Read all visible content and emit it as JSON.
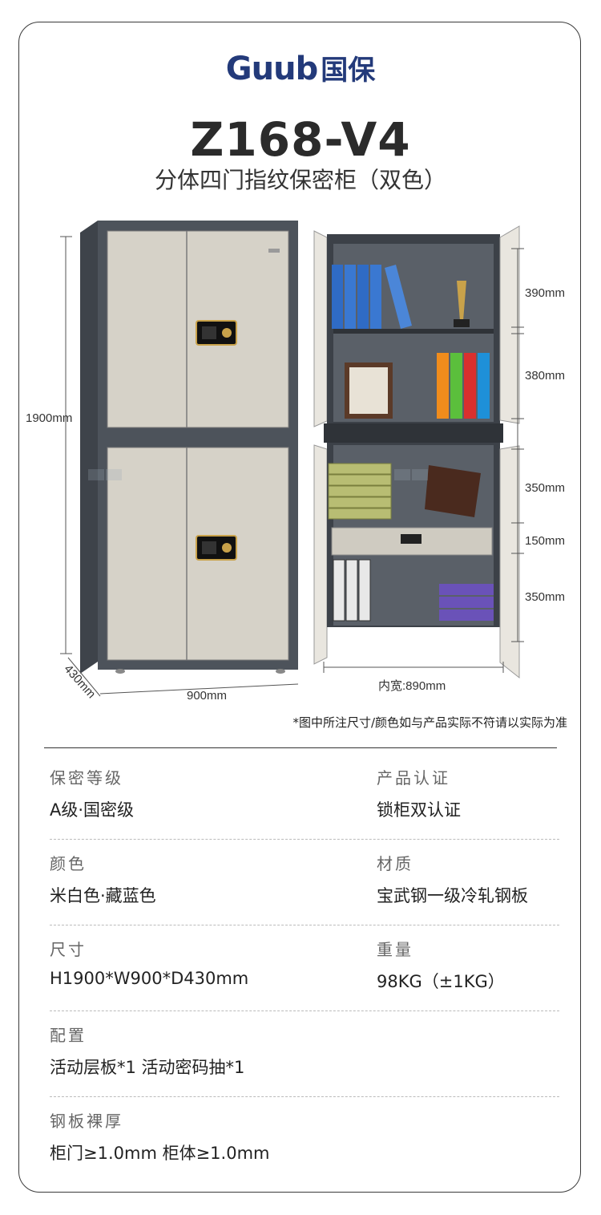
{
  "brand": {
    "latin": "Guub",
    "cn": "国保",
    "color": "#233a7a"
  },
  "model": "Z168-V4",
  "subtitle": "分体四门指纹保密柜（双色）",
  "dimensions": {
    "height": "1900mm",
    "width": "900mm",
    "depth": "430mm",
    "inner_width": "内宽:890mm",
    "shelf_1": "390mm",
    "shelf_2": "380mm",
    "shelf_3": "350mm",
    "drawer": "150mm",
    "shelf_4": "350mm"
  },
  "disclaimer": "*图中所注尺寸/颜色如与产品实际不符请以实际为准",
  "specs": [
    {
      "label": "保密等级",
      "value": "A级·国密级"
    },
    {
      "label": "产品认证",
      "value": "锁柜双认证"
    },
    {
      "label": "颜色",
      "value": "米白色·藏蓝色"
    },
    {
      "label": "材质",
      "value": "宝武钢一级冷轧钢板"
    },
    {
      "label": "尺寸",
      "value": "H1900*W900*D430mm"
    },
    {
      "label": "重量",
      "value": "98KG（±1KG）"
    },
    {
      "label": "配置",
      "value": "活动层板*1   活动密码抽*1"
    },
    {
      "label": "钢板裸厚",
      "value": "柜门≥1.0mm   柜体≥1.0mm"
    }
  ]
}
